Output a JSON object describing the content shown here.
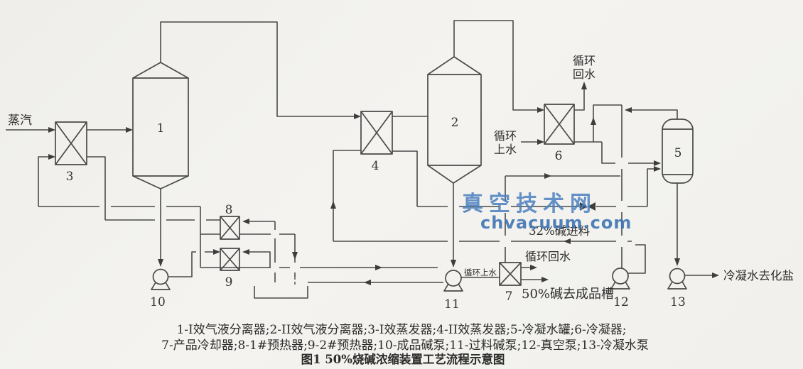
{
  "watermark": {
    "site_name": "真空技术网",
    "site_url": "chvacuum.com",
    "accent_color": "#4a80c0"
  },
  "stream_labels": {
    "steam": "蒸汽",
    "circ_return_top_l1": "循环",
    "circ_return_top_l2": "回水",
    "circ_supply_l1": "循环",
    "circ_supply_l2": "上水",
    "circ_supply_inline": "循环上水",
    "circ_return_hx7": "循环回水",
    "feed_32": "32%碱进料",
    "product_50": "50%碱去成品槽",
    "condensate_out": "冷凝水去化盐"
  },
  "equipment_numbers": [
    "1",
    "2",
    "3",
    "4",
    "5",
    "6",
    "7",
    "8",
    "9",
    "10",
    "11",
    "12",
    "13"
  ],
  "legend": {
    "line1": "1-I效气液分离器;2-II效气液分离器;3-I效蒸发器;4-II效蒸发器;5-冷凝水罐;6-冷凝器;",
    "line2": "7-产品冷却器;8-1#预热器;9-2#预热器;10-成品碱泵;11-过料碱泵;12-真空泵;13-冷凝水泵",
    "caption": "图1  50%烧碱浓缩装置工艺流程示意图"
  }
}
